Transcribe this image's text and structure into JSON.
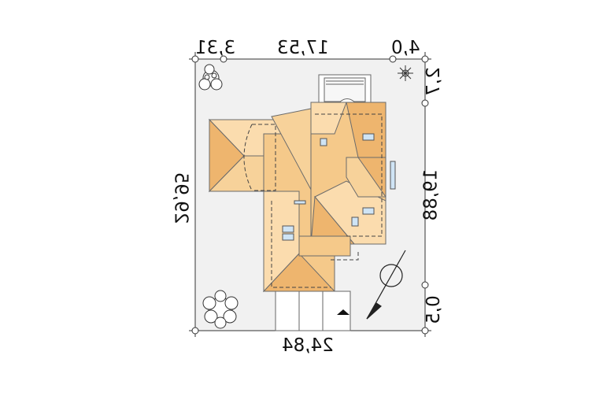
{
  "plot": {
    "dimensions": {
      "top_left": "3,31",
      "top_middle": "17,53",
      "top_right": "4,0",
      "bottom": "24,84",
      "left": "29,95",
      "right_top": "2,7",
      "right_middle": "19,88",
      "right_bottom": "0,5"
    }
  },
  "colors": {
    "plot_fill": "#f1f1f1",
    "roof_light": "#fbdcae",
    "roof_mid": "#f5c98a",
    "roof_dark": "#eeb56e",
    "window": "#cfe4f5",
    "outline": "#6b6b6b"
  }
}
